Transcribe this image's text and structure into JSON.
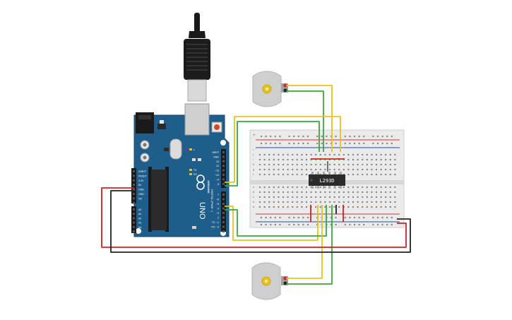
{
  "arduino": {
    "brand": "ARDUINO",
    "model": "UNO",
    "digital_header_label": "DIGITAL (PWM ~)",
    "power_header_label": "POWER",
    "analog_header_label": "ANALOG IN",
    "power_pins": [
      "IOREF",
      "RESET",
      "3.3V",
      "5V",
      "GND",
      "GND",
      "Vin"
    ],
    "analog_pins": [
      "A0",
      "A1",
      "A2",
      "A3",
      "A4",
      "A5"
    ],
    "digital_pins_top": [
      "AREF",
      "GND",
      "13",
      "12",
      "~11",
      "~10",
      "~9",
      "8"
    ],
    "digital_pins_bottom": [
      "7",
      "~6",
      "~5",
      "4",
      "~3",
      "2",
      "TX→1",
      "RX←0"
    ],
    "led_labels": [
      "L",
      "TX",
      "RX"
    ],
    "colors": {
      "board": "#1f5d8a",
      "board_edge": "#174a70",
      "usb": "#bfbfbf",
      "header": "#1b1b1b"
    }
  },
  "driver_chip": {
    "label": "L293D",
    "color": "#2b2b2b"
  },
  "breadboard": {
    "row_letters_top": [
      "j",
      "i",
      "h",
      "g",
      "f"
    ],
    "row_letters_bottom": [
      "e",
      "d",
      "c",
      "b",
      "a"
    ],
    "rail_plus": "+",
    "rail_minus": "-",
    "colors": {
      "body": "#e9e9e9",
      "rail_red": "#d9302b",
      "rail_blue": "#2c4e8a"
    }
  },
  "motors": [
    {
      "name": "motor-top",
      "icon": "gear-icon"
    },
    {
      "name": "motor-bottom",
      "icon": "gear-icon"
    }
  ],
  "wire_colors": {
    "yellow": "#e8c21b",
    "green": "#3aa83a",
    "red": "#d42020",
    "black": "#222222"
  }
}
